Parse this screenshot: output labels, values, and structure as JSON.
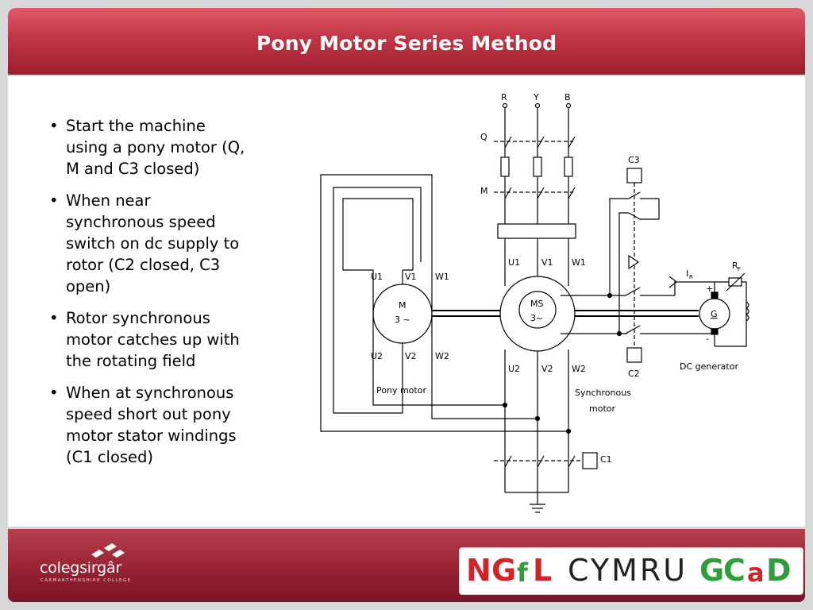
{
  "slide": {
    "title": "Pony Motor Series Method"
  },
  "bullets": [
    "Start the machine using a pony motor (Q, M and C3 closed)",
    "When near synchronous speed switch on dc supply to rotor (C2 closed, C3 open)",
    "Rotor synchronous motor catches up with the rotating field",
    "When at synchronous speed short out pony motor stator windings (C1 closed)"
  ],
  "diagram": {
    "phases": [
      "R",
      "Y",
      "B"
    ],
    "switch_q": "Q",
    "switch_m": "M",
    "contactor_c1": "C1",
    "contactor_c2": "C2",
    "contactor_c3": "C3",
    "pony_terminals_top": [
      "U1",
      "V1",
      "W1"
    ],
    "pony_terminals_bottom": [
      "U2",
      "V2",
      "W2"
    ],
    "sync_terminals_top": [
      "U1",
      "V1",
      "W1"
    ],
    "sync_terminals_bottom": [
      "U2",
      "V2",
      "W2"
    ],
    "pony_symbol_main": "M",
    "pony_symbol_sub": "3 ~",
    "pony_label": "Pony motor",
    "sync_symbol_main": "MS",
    "sync_symbol_sub": "3~",
    "sync_label_line1": "Synchronous",
    "sync_label_line2": "motor",
    "current_label": "I",
    "current_sub": "R",
    "rheostat_label": "R",
    "rheostat_sub": "F",
    "generator_symbol": "G",
    "generator_label": "DC generator",
    "plus": "+",
    "minus": "-"
  },
  "footer": {
    "college_name": "colegsirgâr",
    "college_sub": "CARMARTHENSHIRE COLLEGE",
    "ngfl": [
      "N",
      "G",
      "f",
      "L",
      "CYMRU",
      "G",
      "C",
      "a",
      "D"
    ]
  },
  "colors": {
    "header_red": "#c03545",
    "footer_red": "#962233",
    "ngfl_red": "#d2232a",
    "ngfl_green": "#2f9e3a",
    "ngfl_dark": "#222222"
  }
}
